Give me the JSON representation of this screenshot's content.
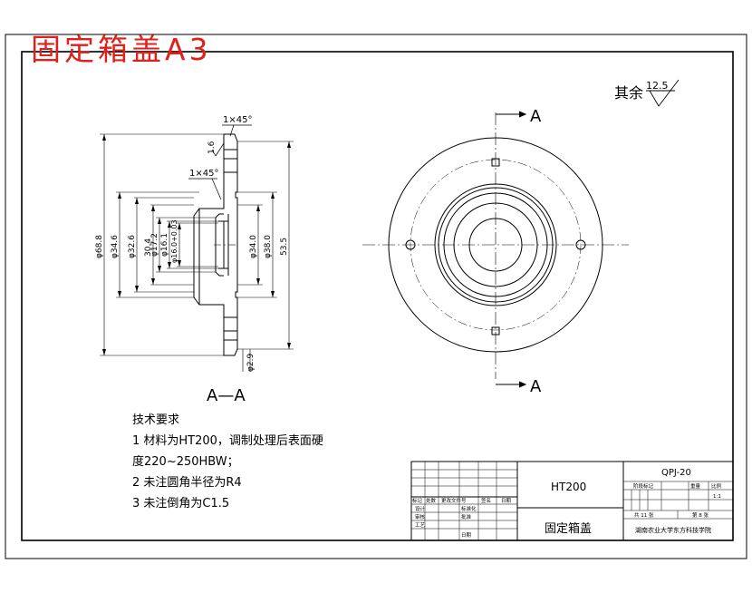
{
  "header": {
    "title": "固定箱盖A3",
    "color": "#e0201a"
  },
  "roughness": {
    "prefix": "其余",
    "value": "12.5"
  },
  "section_label": "A—A",
  "section_marks": {
    "top": "A",
    "bottom": "A"
  },
  "chamfers": [
    "1×45°",
    "1×45°"
  ],
  "surface_finish_small": "1.6",
  "dimensions": {
    "d68_8": "φ68.8",
    "d34_6": "φ34.6",
    "d32_6": "φ32.6",
    "l30_4": "30.4",
    "d17_2": "φ17.2",
    "d16_1": "φ16.1",
    "d16_03": "φ16.0+0.03",
    "d34_0": "φ34.0",
    "d38_0": "φ38.0",
    "l53_5": "53.5",
    "d2_9": "φ2.9"
  },
  "tech_requirements": {
    "title": "技术要求",
    "lines": [
      "1 材料为HT200，调制处理后表面硬",
      "   度220~250HBW；",
      "2 未注圆角半径为R4",
      "3 未注倒角为C1.5"
    ]
  },
  "title_block": {
    "material": "HT200",
    "part_name": "固定箱盖",
    "drawing_no": "QPJ-20",
    "col_mark": "阶段标记",
    "col_weight": "重量",
    "col_scale": "比例",
    "scale": "1:1",
    "sheets_total": "共 11 张",
    "sheet_no": "第 8 张",
    "school": "湖南农业大学东方科技学院",
    "sig_rows": [
      "标记",
      "处数",
      "更改文件号",
      "签名",
      "日期"
    ],
    "sig_labels": [
      "设计",
      "审核",
      "工艺",
      "标准化",
      "批准",
      "日期"
    ]
  }
}
